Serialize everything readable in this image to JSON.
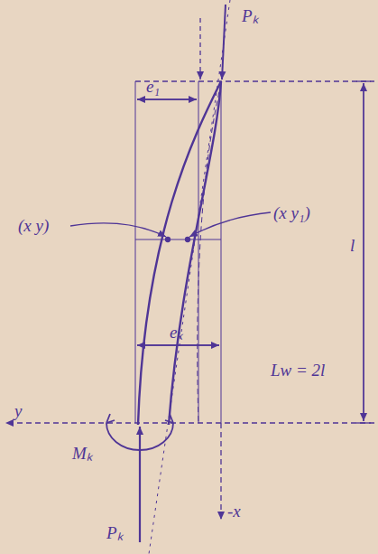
{
  "diagram": {
    "labels": [
      "Pₖ",
      "e₁",
      "(x y)",
      "(x y₁)",
      "l",
      "Lw = 2l",
      "eₖ",
      "y",
      "-x",
      "Mₖ",
      "Pₖ"
    ]
  }
}
